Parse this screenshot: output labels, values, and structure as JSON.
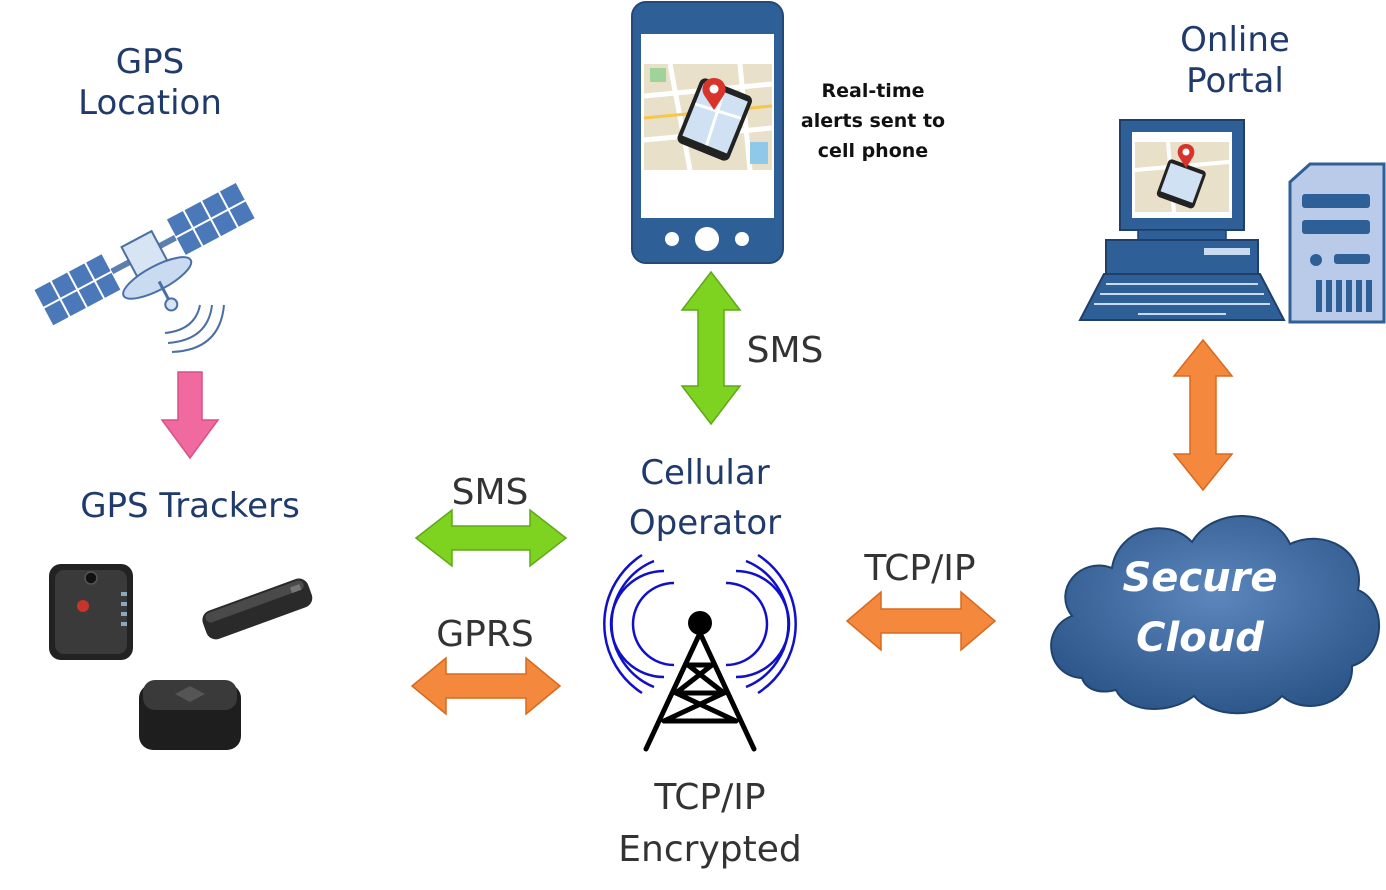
{
  "gps_location": {
    "line1": "GPS",
    "line2": "Location"
  },
  "gps_trackers": {
    "title": "GPS Trackers"
  },
  "phone_alert": {
    "line1": "Real-time",
    "line2": "alerts sent to",
    "line3": "cell phone"
  },
  "online_portal": {
    "line1": "Online",
    "line2": "Portal"
  },
  "cellular": {
    "line1": "Cellular",
    "line2": "Operator"
  },
  "tower_caption": {
    "line1": "TCP/IP",
    "line2": "Encrypted"
  },
  "cloud": {
    "line1": "Secure",
    "line2": "Cloud"
  },
  "links": {
    "phone_sms": "SMS",
    "tracker_sms": "SMS",
    "tracker_gprs": "GPRS",
    "cloud_tcpip": "TCP/IP"
  },
  "colors": {
    "title_blue": "#1f3a6b",
    "device_blue": "#2f5f97",
    "green_arrow": "#7ed321",
    "orange_arrow": "#f4883c",
    "pink_arrow": "#f06aa0",
    "cloud_blue": "#2e5f95"
  },
  "icons": [
    "satellite-icon",
    "smartphone-icon",
    "computer-icon",
    "server-icon",
    "cell-tower-icon",
    "cloud-icon",
    "gps-tracker-device-icon"
  ]
}
